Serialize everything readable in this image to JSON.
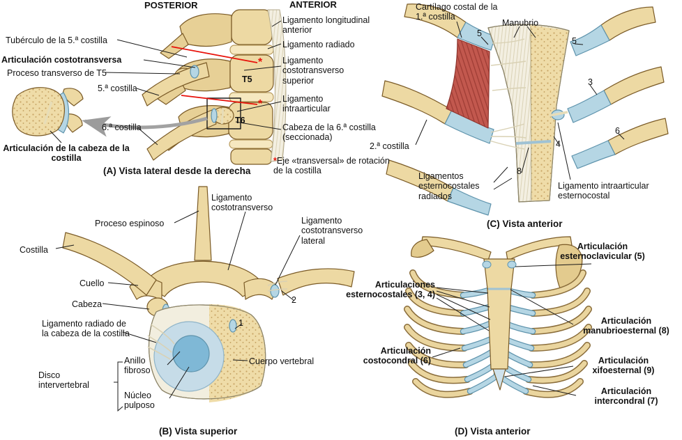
{
  "palette": {
    "bone": "#EDD9A3",
    "bone_outline": "#7A5A26",
    "cartilage": "#B5D6E4",
    "cartilage_outline": "#5E93AC",
    "ligament": "#F2EEDF",
    "muscle": "#C2584E",
    "accent_red": "#E8110A",
    "text": "#111111",
    "background": "#FFFFFF"
  },
  "panelA": {
    "title": "(A) Vista lateral desde la derecha",
    "posterior": "POSTERIOR",
    "anterior": "ANTERIOR",
    "labels": {
      "tuberculo5": "Tubérculo de la 5.ª costilla",
      "articulacion_costotransversa": "Articulación costotransversa",
      "proceso_transverso_t5": "Proceso transverso de T5",
      "costilla5": "5.ª costilla",
      "costilla6": "6.ª costilla",
      "articulacion_cabeza": "Articulación de la cabeza de la costilla",
      "lig_longitudinal_anterior": "Ligamento longitudinal anterior",
      "lig_radiado": "Ligamento radiado",
      "lig_costotransverso_superior": "Ligamento costotransverso superior",
      "t5": "T5",
      "lig_intraarticular": "Ligamento intraarticular",
      "t6": "T6",
      "cabeza_costilla6": "Cabeza de la 6.ª costilla (seccionada)",
      "asterisco": "*",
      "eje_transversal": "Eje «transversal» de rotación de la costilla"
    }
  },
  "panelB": {
    "title": "(B) Vista superior",
    "labels": {
      "proceso_espinoso": "Proceso espinoso",
      "lig_costotransverso": "Ligamento costotransverso",
      "lig_costotransverso_lateral": "Ligamento costotransverso lateral",
      "costilla": "Costilla",
      "cuello": "Cuello",
      "cabeza": "Cabeza",
      "lig_radiado_cabeza": "Ligamento radiado de la cabeza de la costilla",
      "disco_intervertebral": "Disco intervertebral",
      "anillo_fibroso": "Anillo fibroso",
      "nucleo_pulposo": "Núcleo pulposo",
      "cuerpo_vertebral": "Cuerpo vertebral",
      "n1": "1",
      "n2": "2"
    }
  },
  "panelC": {
    "title": "(C) Vista anterior",
    "labels": {
      "cartilago_costal_1": "Cartílago costal de la 1.ª costilla",
      "manubrio": "Manubrio",
      "n5_izq": "5",
      "n5_der": "5",
      "n3": "3",
      "n6": "6",
      "n4": "4",
      "n8": "8",
      "costilla2": "2.ª costilla",
      "lig_esternocostales_radiados": "Ligamentos esternocostales radiados",
      "lig_intraarticular_esternocostal": "Ligamento intraarticular esternocostal"
    }
  },
  "panelD": {
    "title": "(D) Vista anterior",
    "labels": {
      "esternoclavicular": "Articulación esternoclavicular (5)",
      "esternocostales": "Articulaciones esternocostales (3, 4)",
      "manubrioesternal": "Articulación manubrioesternal (8)",
      "costocondral": "Articulación costocondral (6)",
      "xifoesternal": "Articulación xifoesternal (9)",
      "intercondral": "Articulación intercondral (7)"
    }
  }
}
